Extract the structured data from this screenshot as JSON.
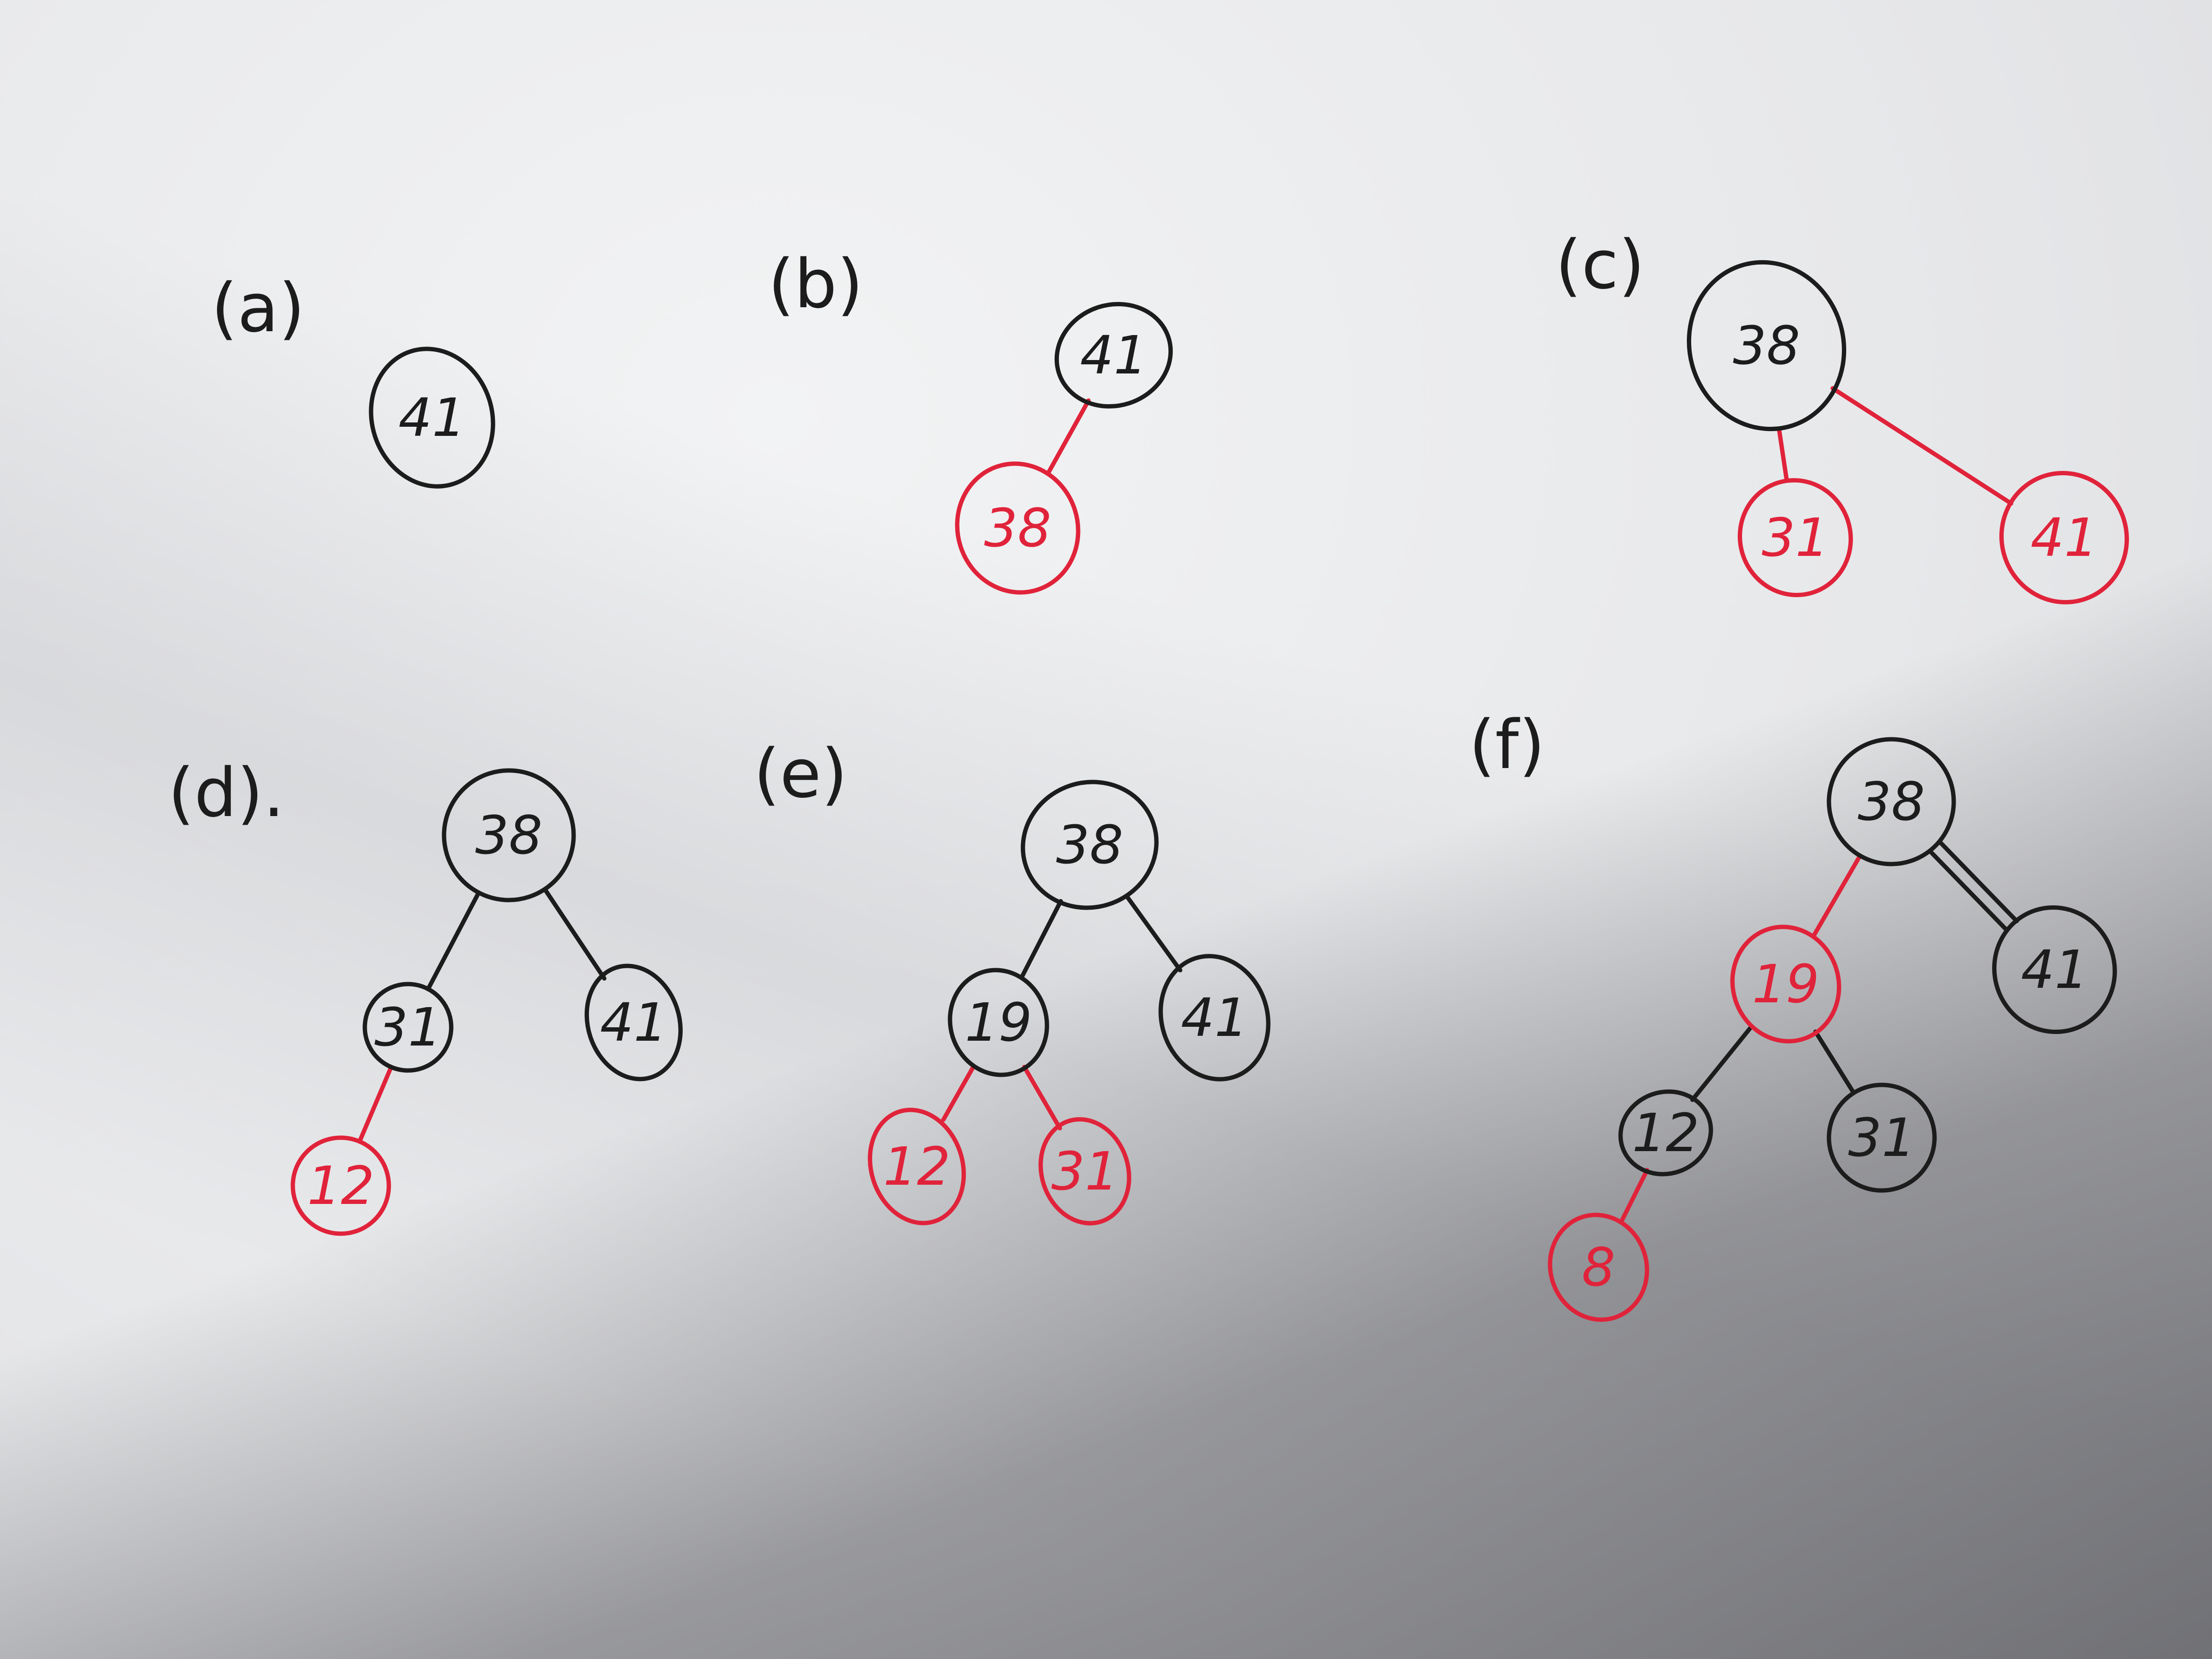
{
  "colors": {
    "black": "#1c1c1c",
    "red": "#e0233a"
  },
  "diagrams": [
    {
      "label": "(a)",
      "nodes": [
        {
          "id": "a41",
          "value": "41",
          "color": "black"
        }
      ],
      "edges": []
    },
    {
      "label": "(b)",
      "nodes": [
        {
          "id": "b41",
          "value": "41",
          "color": "black"
        },
        {
          "id": "b38",
          "value": "38",
          "color": "red"
        }
      ],
      "edges": [
        {
          "from": "b41",
          "to": "b38",
          "color": "red"
        }
      ]
    },
    {
      "label": "(c)",
      "nodes": [
        {
          "id": "c38",
          "value": "38",
          "color": "black"
        },
        {
          "id": "c31",
          "value": "31",
          "color": "red"
        },
        {
          "id": "c41",
          "value": "41",
          "color": "red"
        }
      ],
      "edges": [
        {
          "from": "c38",
          "to": "c31",
          "color": "red"
        },
        {
          "from": "c38",
          "to": "c41",
          "color": "red"
        }
      ]
    },
    {
      "label": "(d).",
      "nodes": [
        {
          "id": "d38",
          "value": "38",
          "color": "black"
        },
        {
          "id": "d31",
          "value": "31",
          "color": "black"
        },
        {
          "id": "d41",
          "value": "41",
          "color": "black"
        },
        {
          "id": "d12",
          "value": "12",
          "color": "red"
        }
      ],
      "edges": [
        {
          "from": "d38",
          "to": "d31",
          "color": "black"
        },
        {
          "from": "d38",
          "to": "d41",
          "color": "black"
        },
        {
          "from": "d31",
          "to": "d12",
          "color": "red"
        }
      ]
    },
    {
      "label": "(e)",
      "nodes": [
        {
          "id": "e38",
          "value": "38",
          "color": "black"
        },
        {
          "id": "e19",
          "value": "19",
          "color": "black"
        },
        {
          "id": "e41",
          "value": "41",
          "color": "black"
        },
        {
          "id": "e12",
          "value": "12",
          "color": "red"
        },
        {
          "id": "e31",
          "value": "31",
          "color": "red"
        }
      ],
      "edges": [
        {
          "from": "e38",
          "to": "e19",
          "color": "black"
        },
        {
          "from": "e38",
          "to": "e41",
          "color": "black"
        },
        {
          "from": "e19",
          "to": "e12",
          "color": "red"
        },
        {
          "from": "e19",
          "to": "e31",
          "color": "red"
        }
      ]
    },
    {
      "label": "(f)",
      "nodes": [
        {
          "id": "f38",
          "value": "38",
          "color": "black"
        },
        {
          "id": "f19",
          "value": "19",
          "color": "red"
        },
        {
          "id": "f41",
          "value": "41",
          "color": "black"
        },
        {
          "id": "f12",
          "value": "12",
          "color": "black"
        },
        {
          "id": "f31",
          "value": "31",
          "color": "black"
        },
        {
          "id": "f8",
          "value": "8",
          "color": "red"
        }
      ],
      "edges": [
        {
          "from": "f38",
          "to": "f19",
          "color": "red"
        },
        {
          "from": "f38",
          "to": "f41",
          "color": "black",
          "double": true
        },
        {
          "from": "f19",
          "to": "f12",
          "color": "black"
        },
        {
          "from": "f19",
          "to": "f31",
          "color": "black"
        },
        {
          "from": "f12",
          "to": "f8",
          "color": "red"
        }
      ]
    }
  ]
}
